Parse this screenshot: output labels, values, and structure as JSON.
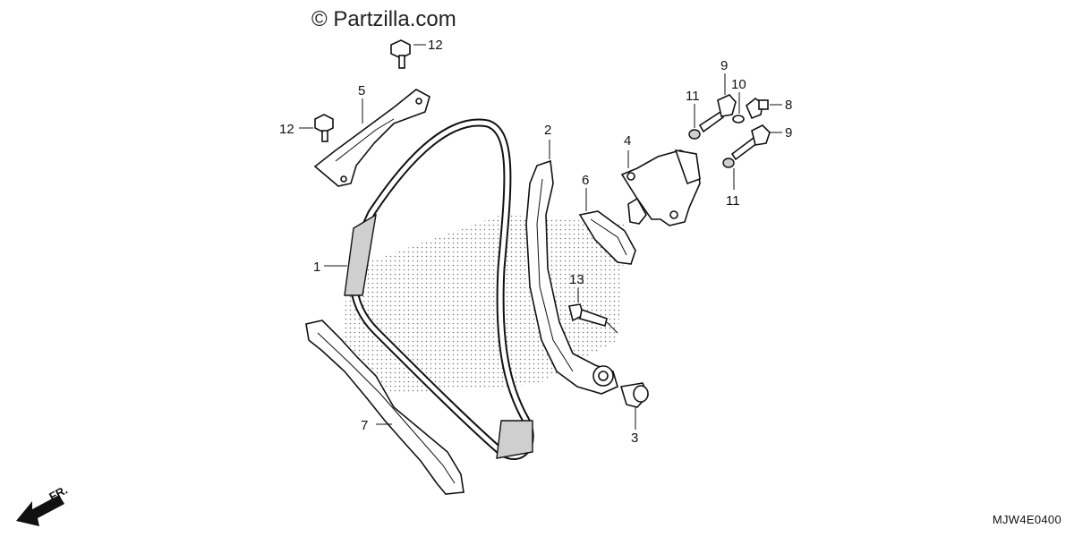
{
  "watermark": "© Partzilla.com",
  "diagram_code": "MJW4E0400",
  "front_marker": "FR.",
  "callouts": {
    "c1": "1",
    "c2": "2",
    "c3": "3",
    "c4": "4",
    "c5": "5",
    "c6": "6",
    "c7": "7",
    "c8": "8",
    "c9a": "9",
    "c9b": "9",
    "c10": "10",
    "c11a": "11",
    "c11b": "11",
    "c12a": "12",
    "c12b": "12",
    "c13": "13"
  }
}
